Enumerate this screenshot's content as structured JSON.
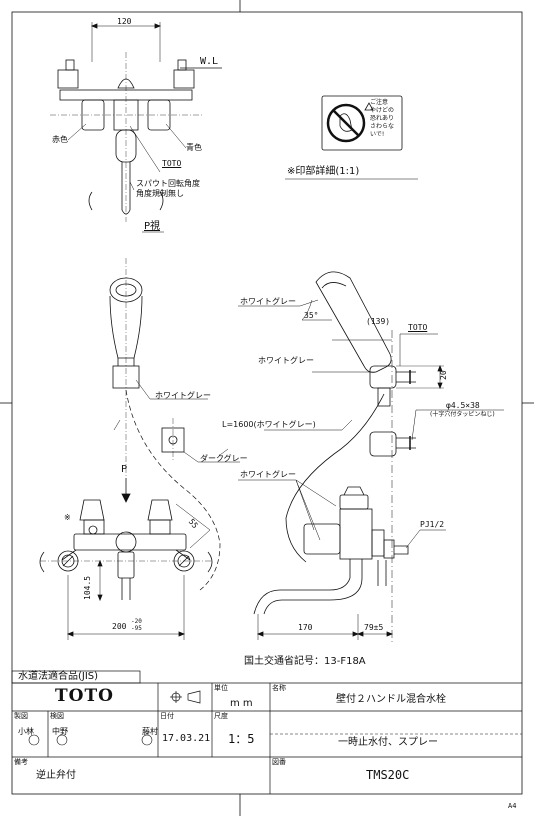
{
  "dims": {
    "top_width": "120",
    "wl": "W.L",
    "spout_height": "104.5",
    "spacing": "200",
    "spacing_tol_upper": "-20",
    "spacing_tol_lower": "-95",
    "angle_55": "55",
    "angle_35": "35°",
    "hanger_139": "(139)",
    "hook_20": "20",
    "screw": "φ4.5×38",
    "screw_note": "(十字穴付タッピンねじ)",
    "pj": "PJ1/2",
    "spout_170": "170",
    "wall_79": "79±5",
    "hose_length": "L=1600(ホワイトグレー)"
  },
  "labels": {
    "red": "赤色",
    "blue": "青色",
    "toto_mark_1": "TOTO",
    "toto_mark_2": "TOTO",
    "spout_note_1": "スパウト回転角度",
    "spout_note_2": "角度規制無し",
    "p_view": "P視",
    "print_detail": "※印部詳細(1:1)",
    "white_gray_1": "ホワイトグレー",
    "white_gray_2": "ホワイトグレー",
    "white_gray_3": "ホワイトグレー",
    "white_gray_4": "ホワイトグレー",
    "dark_gray": "ダークグレー",
    "p_arrow": "P",
    "asterisk": "※",
    "caution_1": "ご注意",
    "caution_2": "やけどの",
    "caution_3": "恐れあり",
    "caution_4": "さわらな",
    "caution_5": "いで!",
    "mlit": "国土交通省記号：13-F18A",
    "a4": "A4"
  },
  "title_block": {
    "jis": "水道法適合品(JIS)",
    "brand": "TOTO",
    "unit_label": "単位",
    "unit_value": "m m",
    "name_label": "名称",
    "name_value": "壁付２ハンドル混合水栓",
    "drawing_label": "製図",
    "check_label": "検図",
    "drafter": "小林",
    "checker": "中野",
    "approver": "藤村",
    "date_label": "日付",
    "date_value": "17.03.21",
    "scale_label": "尺度",
    "scale_value": "1：5",
    "subtitle": "一時止水付、スプレー",
    "note_label": "備考",
    "note_value": "逆止弁付",
    "number_label": "図番",
    "number_value": "TMS20C"
  }
}
